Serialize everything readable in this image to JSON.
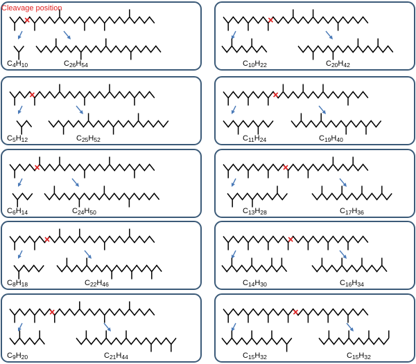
{
  "title": "Cleavage position",
  "colors": {
    "frame": "#3b5a78",
    "arrow": "#4a7ab8",
    "cut": "#e02020",
    "title": "#e02020"
  },
  "icons": {
    "cut_mark": "red-x-icon",
    "arrow": "blue-arrow-icon"
  },
  "panels": [
    {
      "left": {
        "carbon": "4",
        "hydrogen": "10"
      },
      "right": {
        "carbon": "26",
        "hydrogen": "54"
      }
    },
    {
      "left": {
        "carbon": "10",
        "hydrogen": "22"
      },
      "right": {
        "carbon": "20",
        "hydrogen": "42"
      }
    },
    {
      "left": {
        "carbon": "5",
        "hydrogen": "12"
      },
      "right": {
        "carbon": "25",
        "hydrogen": "52"
      }
    },
    {
      "left": {
        "carbon": "11",
        "hydrogen": "24"
      },
      "right": {
        "carbon": "19",
        "hydrogen": "40"
      }
    },
    {
      "left": {
        "carbon": "6",
        "hydrogen": "14"
      },
      "right": {
        "carbon": "24",
        "hydrogen": "50"
      }
    },
    {
      "left": {
        "carbon": "13",
        "hydrogen": "28"
      },
      "right": {
        "carbon": "17",
        "hydrogen": "36"
      }
    },
    {
      "left": {
        "carbon": "8",
        "hydrogen": "18"
      },
      "right": {
        "carbon": "22",
        "hydrogen": "46"
      }
    },
    {
      "left": {
        "carbon": "14",
        "hydrogen": "30"
      },
      "right": {
        "carbon": "16",
        "hydrogen": "34"
      }
    },
    {
      "left": {
        "carbon": "9",
        "hydrogen": "20"
      },
      "right": {
        "carbon": "21",
        "hydrogen": "44"
      }
    },
    {
      "left": {
        "carbon": "15",
        "hydrogen": "32"
      },
      "right": {
        "carbon": "15",
        "hydrogen": "32"
      }
    }
  ]
}
